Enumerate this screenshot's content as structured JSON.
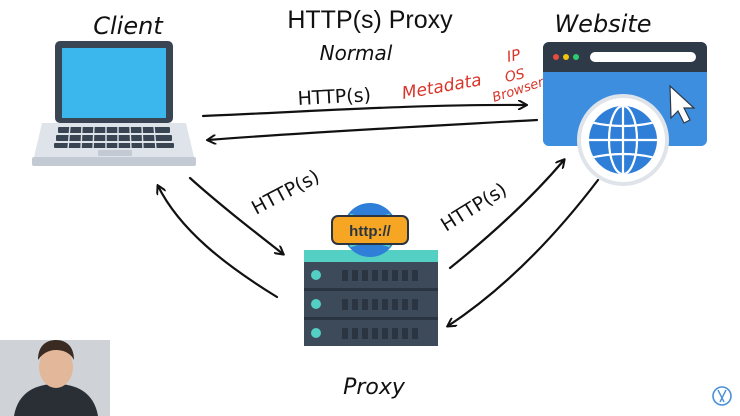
{
  "title": "HTTP(s) Proxy",
  "subtitle": "Normal",
  "nodes": {
    "client": {
      "label": "Client"
    },
    "website": {
      "label": "Website"
    },
    "proxy": {
      "label": "Proxy",
      "badge": "http://"
    }
  },
  "edges": {
    "client_website": "HTTP(s)",
    "client_proxy": "HTTP(s)",
    "proxy_website": "HTTP(s)"
  },
  "annotations": {
    "metadata": "Metadata",
    "ip": "IP",
    "os": "OS",
    "browser": "Browser"
  },
  "icons": {
    "laptop": "laptop-icon",
    "browser_window": "browser-window-icon",
    "globe": "globe-icon",
    "cursor": "cursor-icon",
    "server": "server-icon",
    "presenter": "presenter-avatar",
    "watermark": "watermark-logo-icon"
  },
  "colors": {
    "laptop_screen": "#3cb7ee",
    "laptop_body": "#dfe4ea",
    "keyboard": "#3a4553",
    "browser_bar": "#2f3a48",
    "browser_body": "#3e8ee0",
    "globe": "#2f7fd8",
    "server_body": "#3d4a5a",
    "server_dark": "#2b3542",
    "server_light": "#53cfc3",
    "badge": "#f6a623",
    "annotation": "#d8352a"
  }
}
